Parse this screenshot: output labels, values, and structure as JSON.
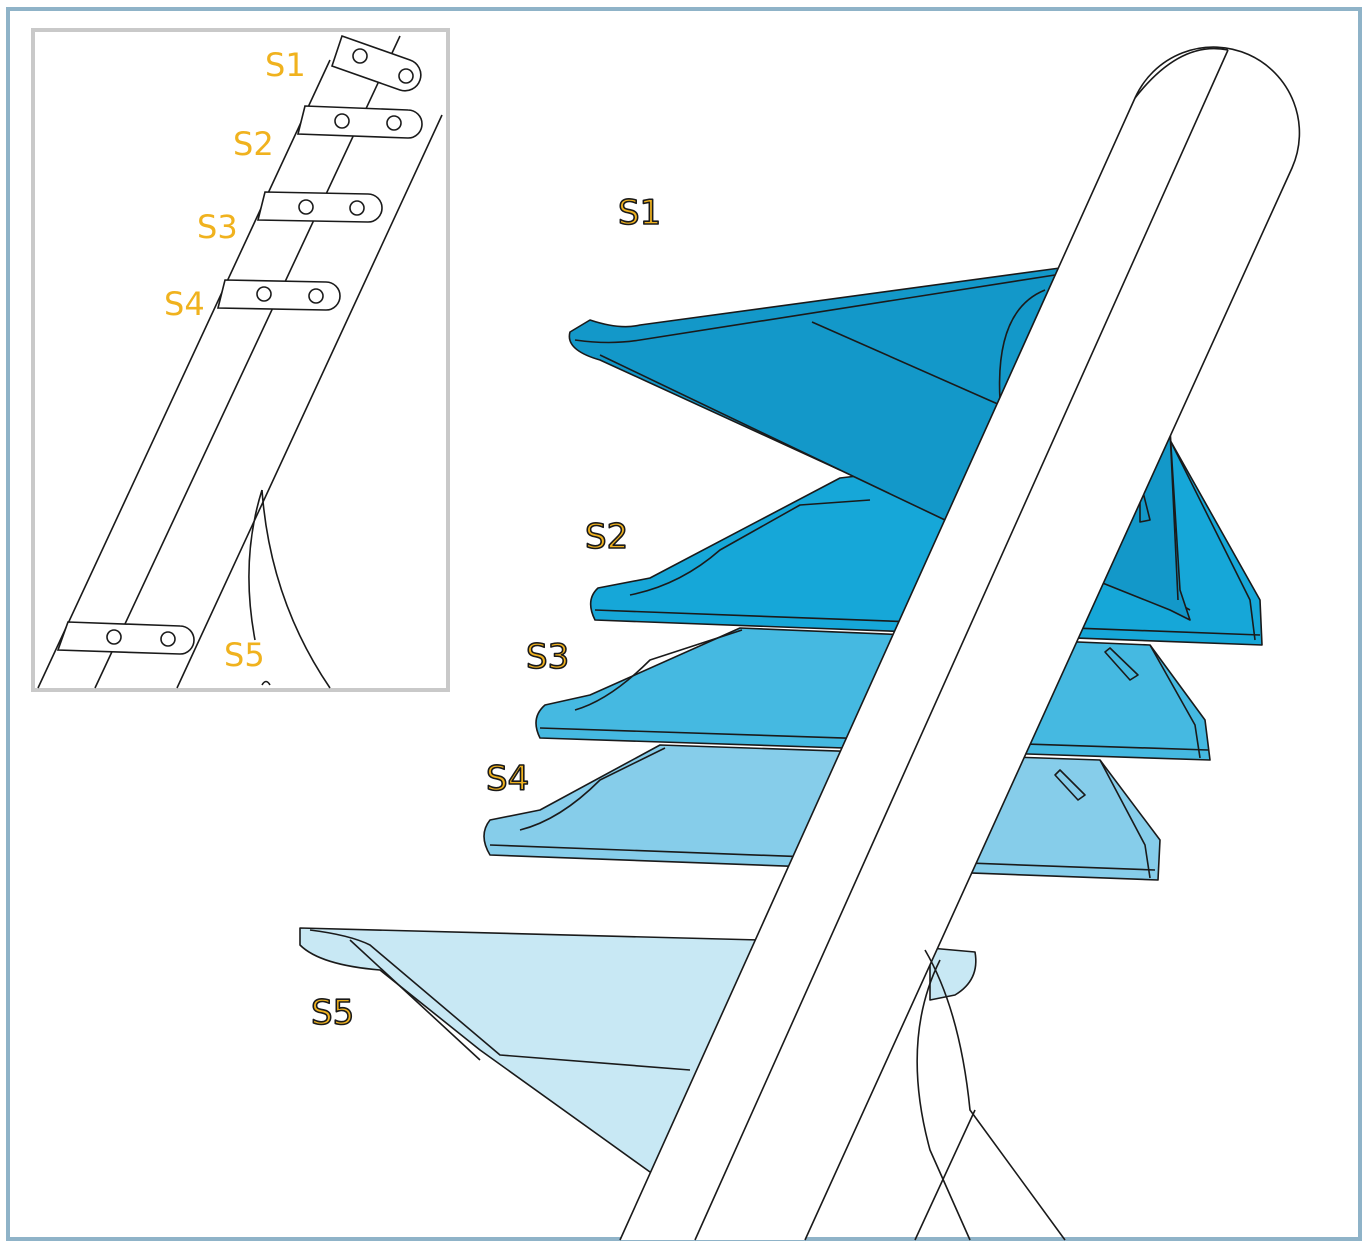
{
  "colors": {
    "label": "#F0B21E",
    "frame_border": "#8FB3C8",
    "inset_border": "#C9C9C9",
    "line": "#1A1A1A",
    "shelf_s1": "#1398C9",
    "shelf_s2": "#16A7D8",
    "shelf_s3": "#45B9E1",
    "shelf_s4": "#86CDEA",
    "shelf_s5": "#C8E8F4"
  },
  "main_view": {
    "labels": {
      "s1": "S1",
      "s2": "S2",
      "s3": "S3",
      "s4": "S4",
      "s5": "S5"
    }
  },
  "inset_view": {
    "labels": {
      "s1": "S1",
      "s2": "S2",
      "s3": "S3",
      "s4": "S4",
      "s5": "S5"
    }
  }
}
